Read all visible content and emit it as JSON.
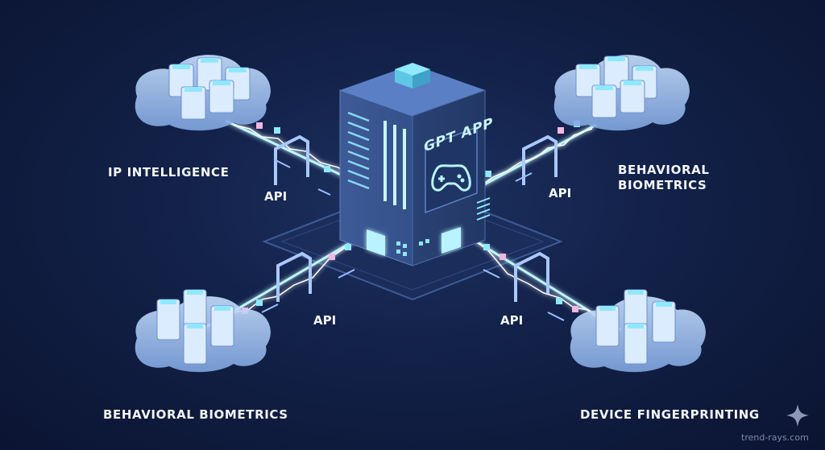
{
  "central": {
    "title": "GPT APP",
    "icon": "gamepad-icon"
  },
  "nodes": [
    {
      "id": "ip",
      "label": "IP INTELLIGENCE",
      "api": "API"
    },
    {
      "id": "bio-top",
      "label_line1": "BEHAVIORAL",
      "label_line2": "BIOMETRICS",
      "api": "API"
    },
    {
      "id": "bio-bottom",
      "label": "BEHAVIORAL BIOMETRICS",
      "api": "API"
    },
    {
      "id": "device",
      "label": "DEVICE FINGERPRINTING",
      "api": "API"
    }
  ],
  "watermark": "trend-rays.com",
  "colors": {
    "background": "#0c1530",
    "accent": "#8fe8ff",
    "server": "#7fa6e6",
    "cloud": "#b9d6ff"
  }
}
